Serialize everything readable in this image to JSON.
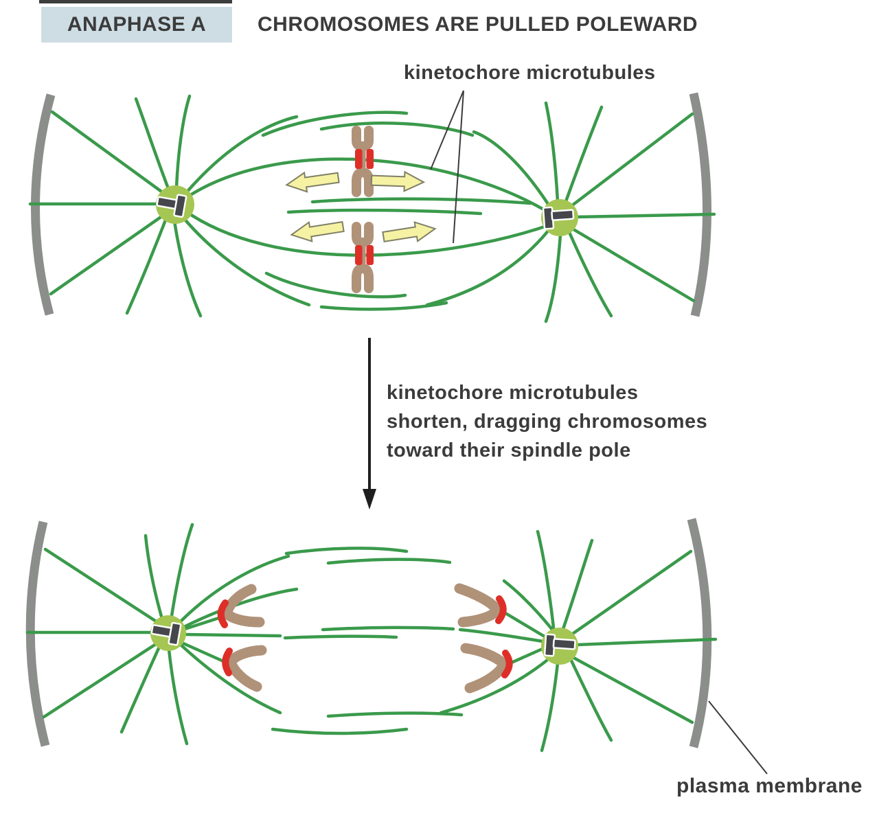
{
  "figure": {
    "phase_label": "ANAPHASE A",
    "title": "CHROMOSOMES ARE PULLED POLEWARD",
    "labels": {
      "kinetochore_microtubules": "kinetochore microtubules",
      "plasma_membrane": "plasma membrane"
    },
    "transition_caption": "kinetochore microtubules\nshorten, dragging chromosomes\ntoward their spindle pole"
  },
  "colors": {
    "label_box_bg": "#cedde4",
    "text_color": "#3b3b3b",
    "microtubule_green": "#3a9a4b",
    "centrosome_fill": "#a5c653",
    "centriole_fill": "#46474c",
    "centriole_outline": "#ffffff",
    "chromosome_brown": "#b09279",
    "kinetochore_red": "#dd2f28",
    "arrow_fill": "#f6f2a3",
    "arrow_outline": "#7f7f68",
    "membrane_gray": "#8b8e8b",
    "pointer_black": "#3b3b3b",
    "transition_black": "#1f1f1f",
    "artifact_bar": "#3d3d3d"
  }
}
